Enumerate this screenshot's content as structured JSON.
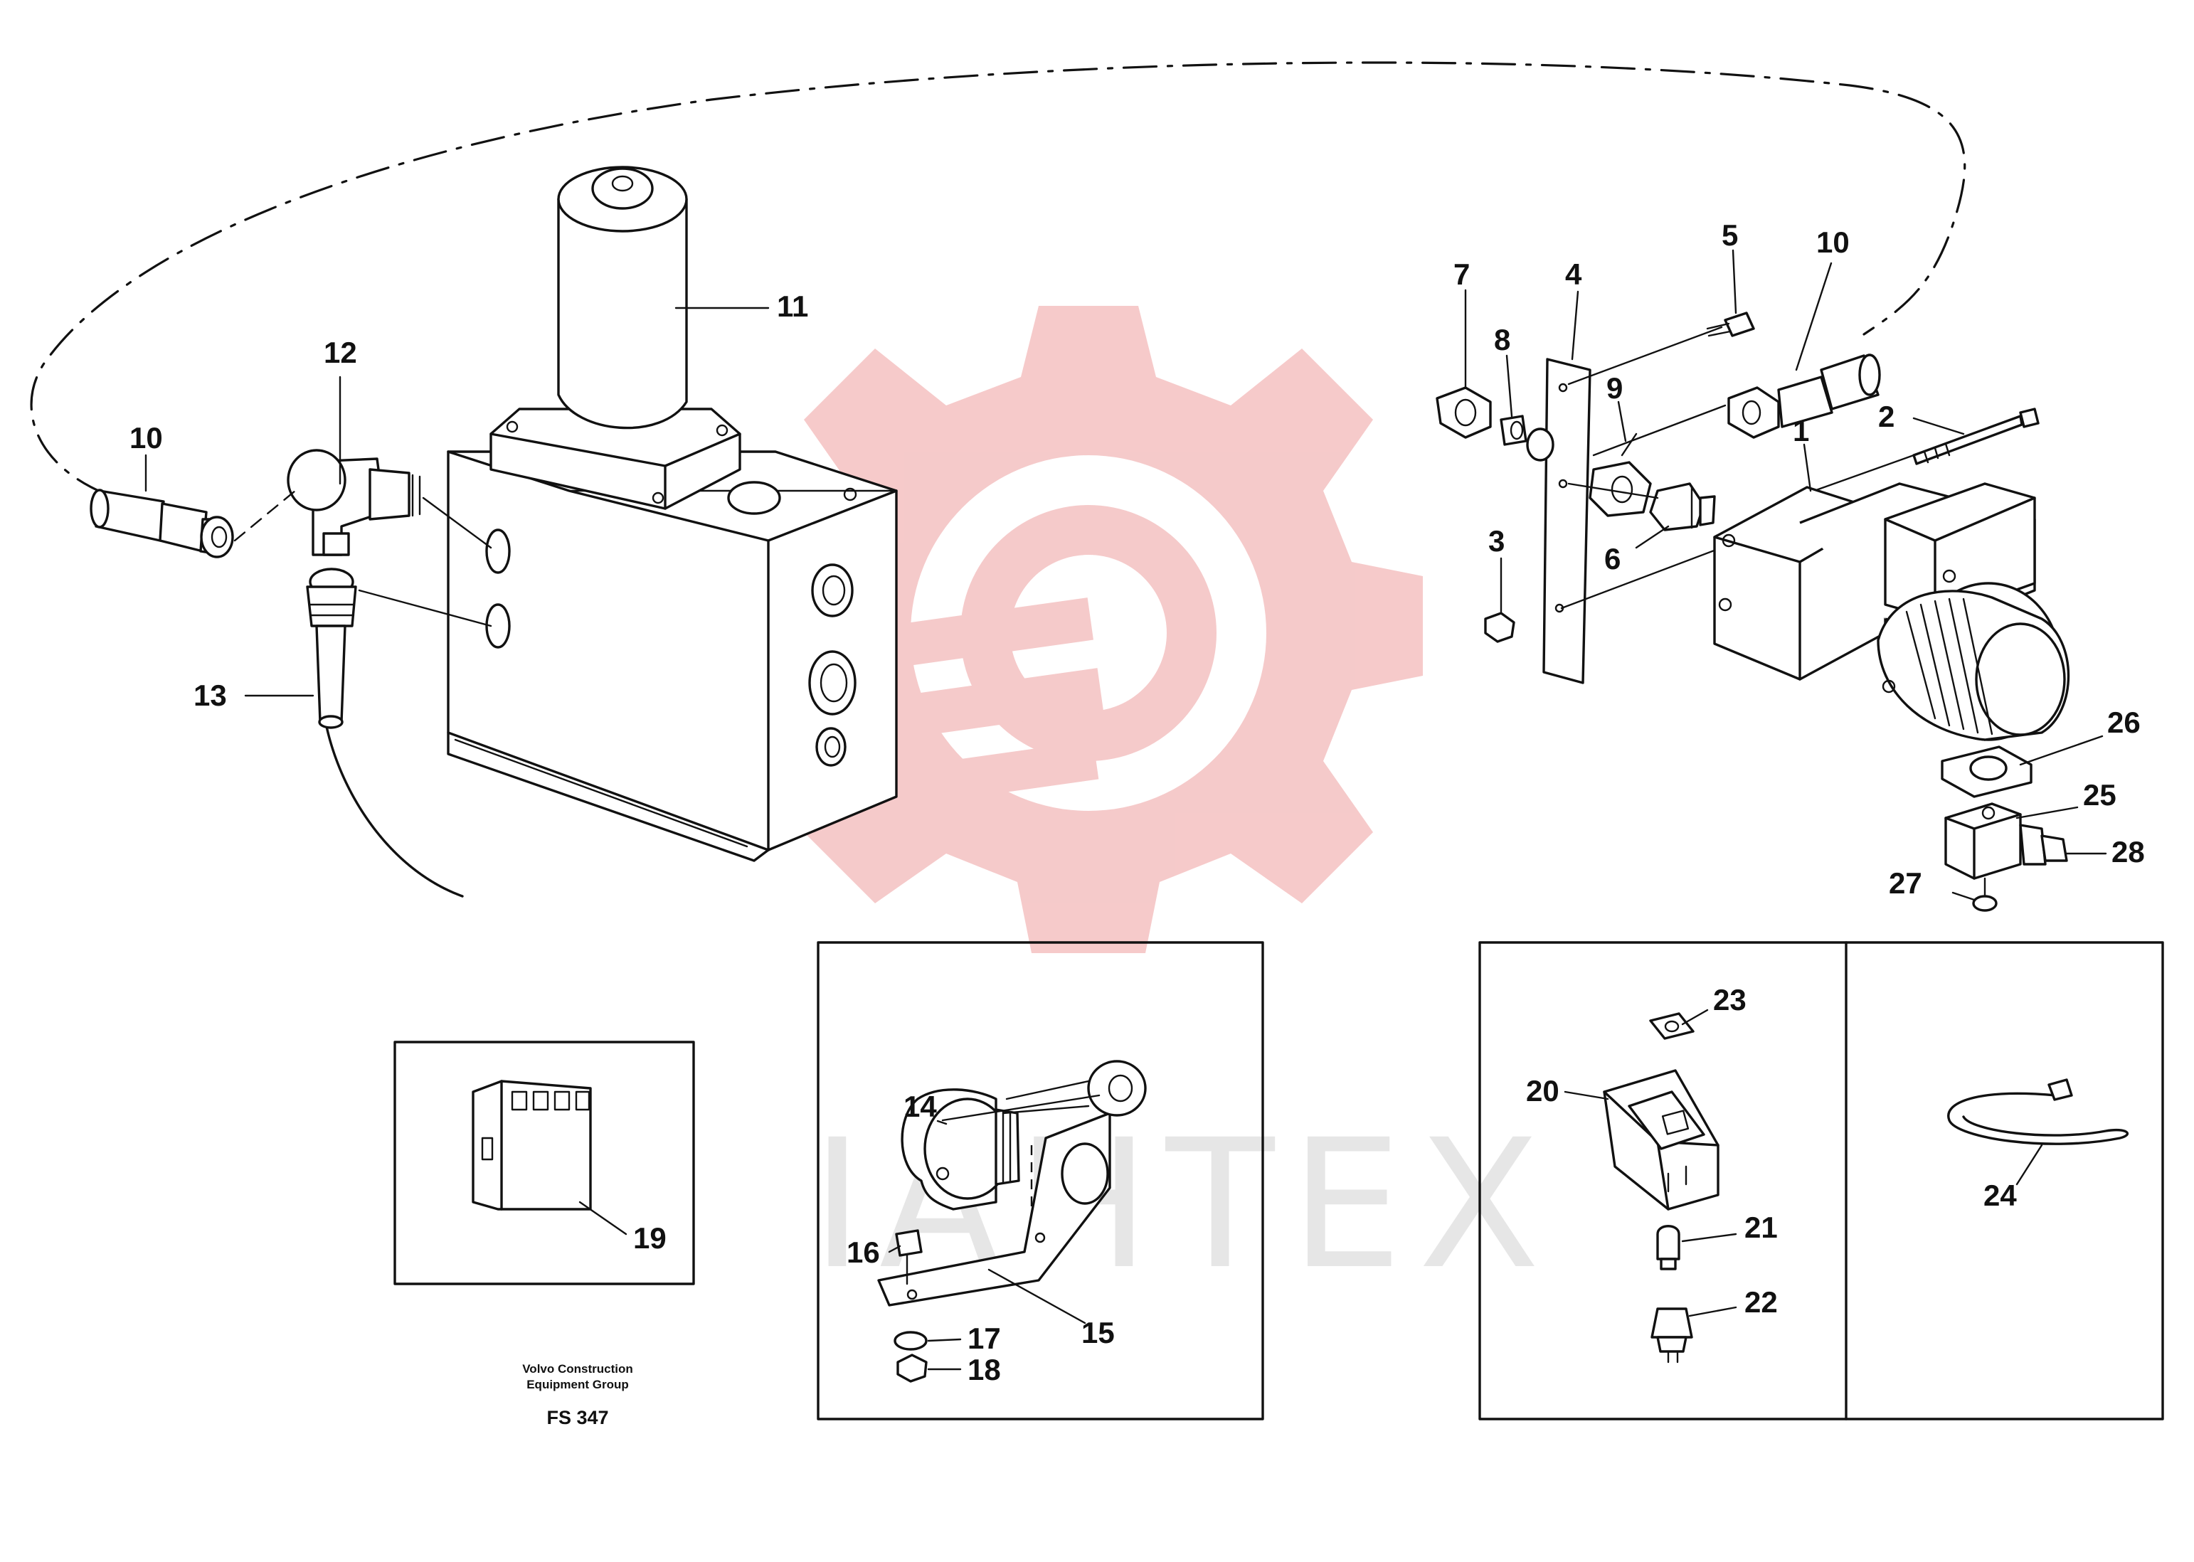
{
  "callouts": [
    {
      "id": "1",
      "text": "1"
    },
    {
      "id": "2",
      "text": "2"
    },
    {
      "id": "3",
      "text": "3"
    },
    {
      "id": "4",
      "text": "4"
    },
    {
      "id": "5",
      "text": "5"
    },
    {
      "id": "6",
      "text": "6"
    },
    {
      "id": "7",
      "text": "7"
    },
    {
      "id": "8",
      "text": "8"
    },
    {
      "id": "9",
      "text": "9"
    },
    {
      "id": "10a",
      "text": "10"
    },
    {
      "id": "10b",
      "text": "10"
    },
    {
      "id": "11",
      "text": "11"
    },
    {
      "id": "12",
      "text": "12"
    },
    {
      "id": "13",
      "text": "13"
    },
    {
      "id": "14",
      "text": "14"
    },
    {
      "id": "15",
      "text": "15"
    },
    {
      "id": "16",
      "text": "16"
    },
    {
      "id": "17",
      "text": "17"
    },
    {
      "id": "18",
      "text": "18"
    },
    {
      "id": "19",
      "text": "19"
    },
    {
      "id": "20",
      "text": "20"
    },
    {
      "id": "21",
      "text": "21"
    },
    {
      "id": "22",
      "text": "22"
    },
    {
      "id": "23",
      "text": "23"
    },
    {
      "id": "24",
      "text": "24"
    },
    {
      "id": "25",
      "text": "25"
    },
    {
      "id": "26",
      "text": "26"
    },
    {
      "id": "27",
      "text": "27"
    },
    {
      "id": "28",
      "text": "28"
    }
  ],
  "caption": {
    "line1": "Volvo Construction",
    "line2": "Equipment Group",
    "code": "FS 347"
  },
  "watermark": {
    "text": "IAHTEX",
    "logo_color": "#f2b3b3"
  }
}
